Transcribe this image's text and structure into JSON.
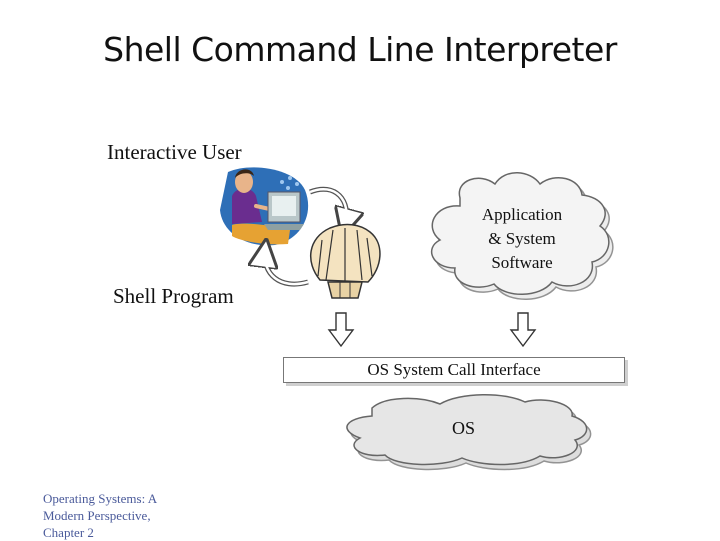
{
  "slide": {
    "title": "Shell Command Line Interpreter",
    "labels": {
      "interactive_user": "Interactive User",
      "shell_program": "Shell Program",
      "application_lines": [
        "Application",
        "& System",
        "Software"
      ],
      "system_call_interface": "OS  System  Call Interface",
      "os": "OS"
    },
    "footer_lines": [
      "Operating Systems: A",
      "Modern Perspective,",
      "Chapter 2"
    ]
  },
  "colors": {
    "cloud_fill": "#e6e6e6",
    "cloud_stroke": "#666666",
    "footer_text": "#4a5a9a",
    "user_shirt": "#6a2d8f",
    "monitor": "#b9c7c9"
  },
  "icons": [
    "user-at-computer-icon",
    "shell-icon",
    "curved-arrow-icon",
    "down-arrow-icon"
  ]
}
